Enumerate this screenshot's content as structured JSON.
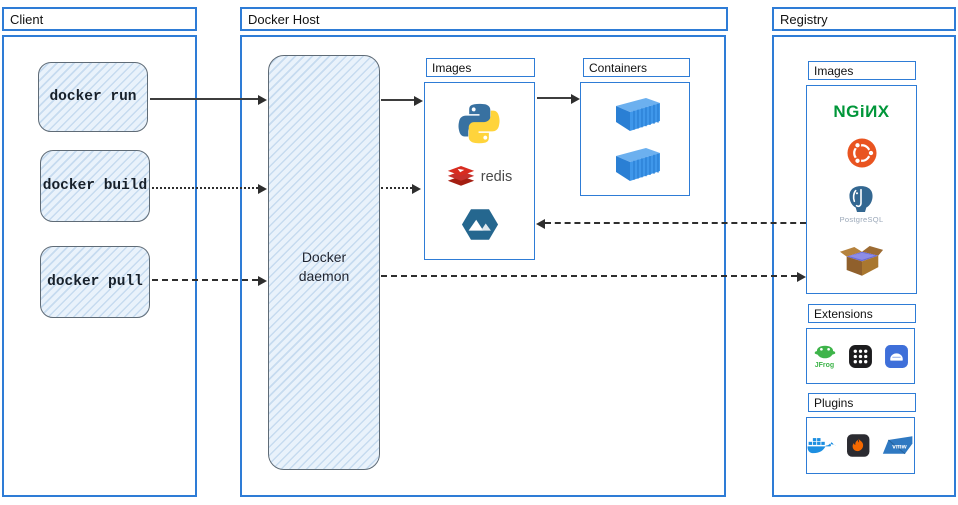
{
  "client": {
    "title": "Client",
    "commands": [
      {
        "label": "docker run"
      },
      {
        "label": "docker build"
      },
      {
        "label": "docker pull"
      }
    ]
  },
  "docker_host": {
    "title": "Docker Host",
    "daemon_label": "Docker daemon",
    "images_panel": {
      "title": "Images",
      "redis_label": "redis",
      "icons": [
        "python-icon",
        "redis-icon",
        "alpine-icon"
      ]
    },
    "containers_panel": {
      "title": "Containers",
      "icons": [
        "container-icon",
        "container-icon"
      ]
    }
  },
  "registry": {
    "title": "Registry",
    "images_panel": {
      "title": "Images",
      "nginx_label": "NGiИX",
      "postgresql_label": "PostgreSQL",
      "icons": [
        "nginx-logo",
        "ubuntu-icon",
        "postgresql-icon",
        "package-box-icon"
      ]
    },
    "extensions_panel": {
      "title": "Extensions",
      "jfrog_label": "JFrog",
      "icons": [
        "jfrog-icon",
        "app-grid-icon",
        "blue-app-icon"
      ]
    },
    "plugins_panel": {
      "title": "Plugins",
      "vmware_label": "vmw",
      "icons": [
        "docker-whale-icon",
        "grafana-icon",
        "vmware-icon"
      ]
    }
  },
  "colors": {
    "frame_blue": "#2e7cd6",
    "sketch_fill": "#e9f2fb",
    "arrow_dark": "#2e2e2e",
    "nginx_green": "#009639",
    "ubuntu_orange": "#E95420",
    "redis_red": "#C6302B",
    "alpine_blue": "#25678f",
    "container_blue": "#3f97ea",
    "postgres_blue": "#336791",
    "jfrog_green": "#3eb44a",
    "grafana_orange": "#F46800",
    "vmware_blue": "#2f79c2",
    "docker_blue": "#1d8fe1"
  }
}
